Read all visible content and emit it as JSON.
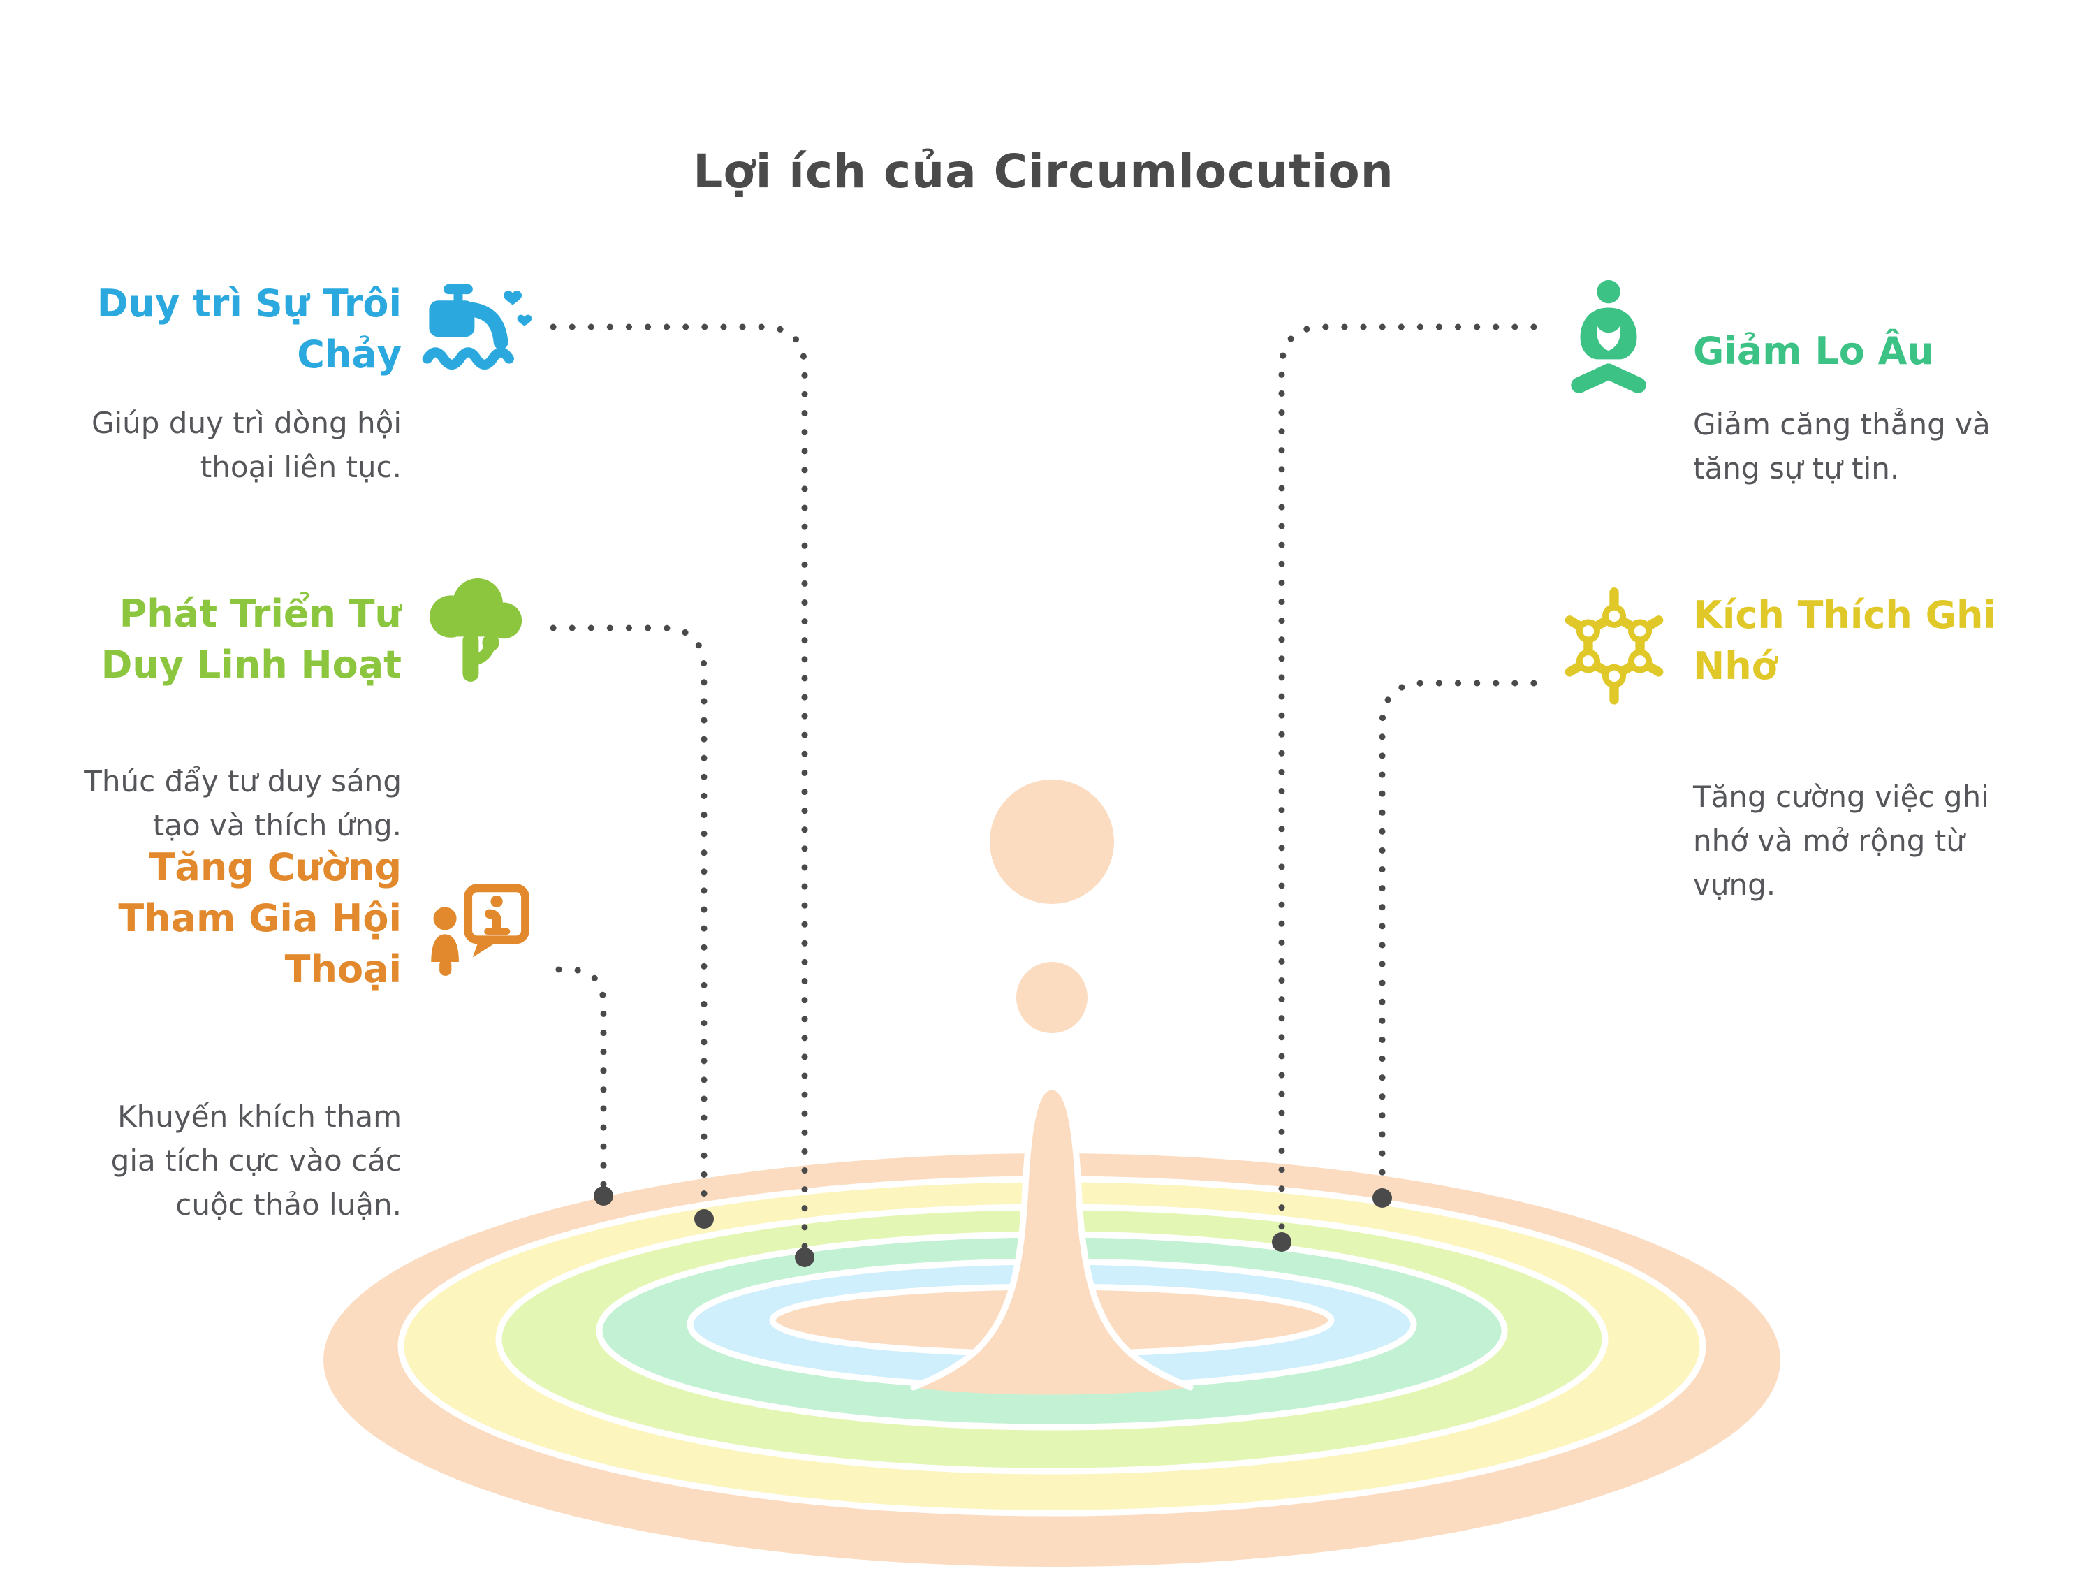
{
  "title": "Lợi ích của Circumlocution",
  "title_color": "#4A4A4A",
  "body_text_color": "#54565A",
  "connector": {
    "color": "#4A4A4A"
  },
  "items": [
    {
      "id": "fluency",
      "title": "Duy trì Sự Trôi Chảy",
      "description": "Giúp duy trì dòng hội thoại liên tục.",
      "color": "#2BA9DE",
      "icon": "faucet-water-icon",
      "side": "left"
    },
    {
      "id": "flexible-thinking",
      "title": "Phát Triển Tư Duy Linh Hoạt",
      "description": "Thúc đẩy tư duy sáng tạo và thích ứng.",
      "color": "#8CC63F",
      "icon": "tree-icon",
      "side": "left"
    },
    {
      "id": "conversation-engagement",
      "title": "Tăng Cường Tham Gia Hội Thoại",
      "description": "Khuyến khích tham gia tích cực vào các cuộc thảo luận.",
      "color": "#E1892C",
      "icon": "person-speech-bubble-icon",
      "side": "left"
    },
    {
      "id": "reduce-anxiety",
      "title": "Giảm Lo Âu",
      "description": "Giảm căng thẳng và tăng sự tự tin.",
      "color": "#3CC285",
      "icon": "meditation-icon",
      "side": "right"
    },
    {
      "id": "stimulate-memory",
      "title": "Kích Thích Ghi Nhớ",
      "description": "Tăng cường việc ghi nhớ và mở rộng từ vựng.",
      "color": "#DFC827",
      "icon": "molecule-icon",
      "side": "right"
    }
  ],
  "illustration": {
    "name": "water-drop-splash-with-ripples",
    "drop_color": "#FBDCC1",
    "ripples": [
      {
        "band": "outer-peach",
        "color": "#FBDCC1"
      },
      {
        "band": "yellow",
        "color": "#FCF5BD"
      },
      {
        "band": "yellow-green",
        "color": "#E4F6B3"
      },
      {
        "band": "mint",
        "color": "#C3F1D3"
      },
      {
        "band": "light-blue",
        "color": "#CEEFFB"
      },
      {
        "band": "inner-peach",
        "color": "#FBDCC1"
      }
    ],
    "gap_color": "#FFFFFF"
  }
}
